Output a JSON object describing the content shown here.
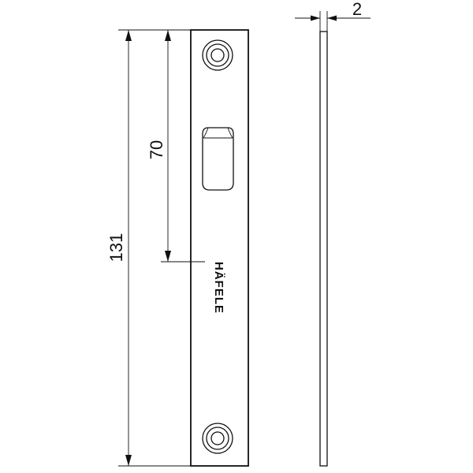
{
  "dimensions": {
    "overall_height": "131",
    "hole_to_logo": "70",
    "thickness": "2"
  },
  "brand": {
    "logo_text": "HÄFELE"
  },
  "colors": {
    "line": "#111111",
    "background": "#ffffff"
  }
}
